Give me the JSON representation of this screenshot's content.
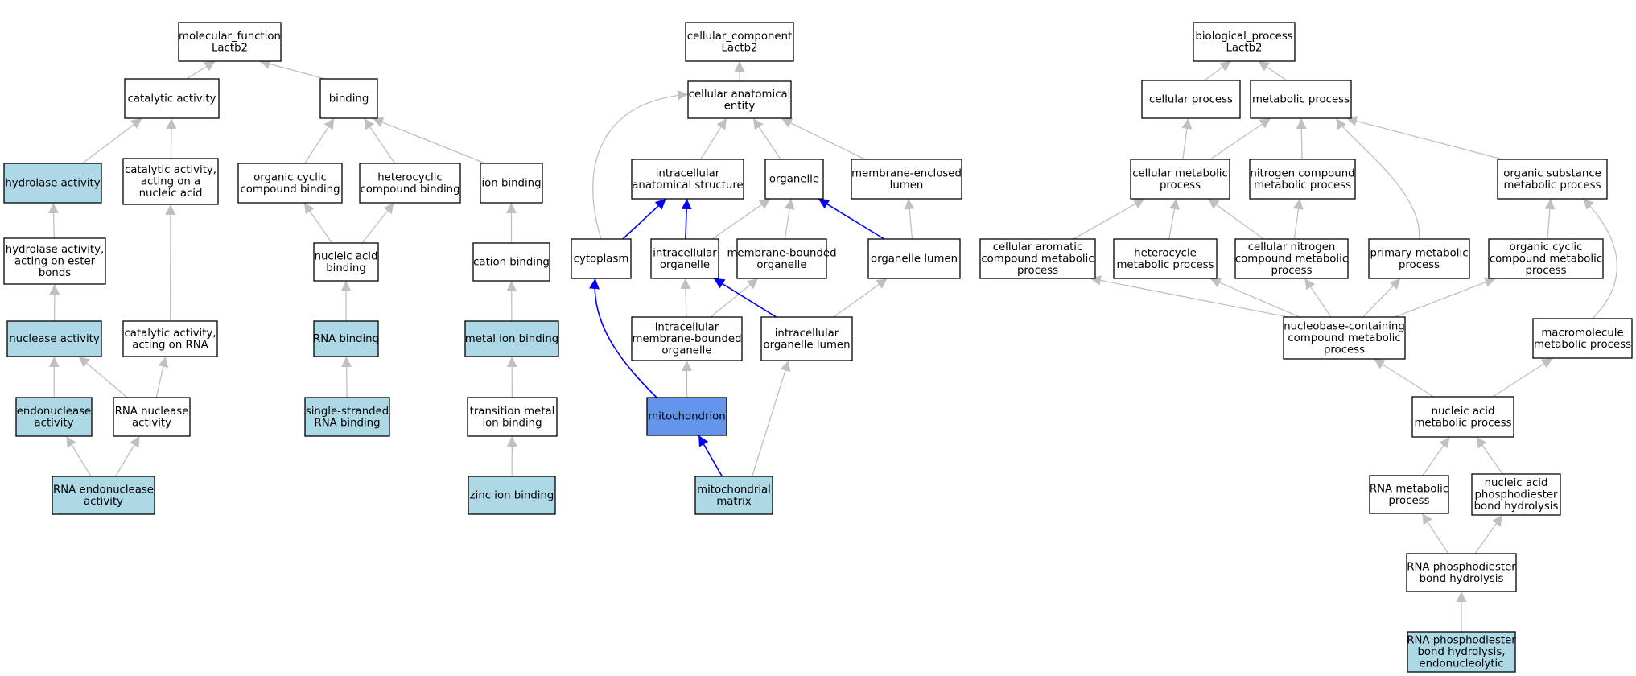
{
  "colors": {
    "node_fill": "#ffffff",
    "annotated_fill": "#add8e6",
    "focus_fill": "#6495ed",
    "edge_gray": "#c0c0c0",
    "edge_blue": "#0000ff",
    "border": "#000000"
  },
  "nodes": [
    {
      "id": "mf_root",
      "lines": [
        "molecular_function",
        "Lactb2"
      ],
      "style": "plain"
    },
    {
      "id": "catalytic_activity",
      "lines": [
        "catalytic activity"
      ],
      "style": "plain"
    },
    {
      "id": "binding",
      "lines": [
        "binding"
      ],
      "style": "plain"
    },
    {
      "id": "hydrolase_activity",
      "lines": [
        "hydrolase activity"
      ],
      "style": "annotated"
    },
    {
      "id": "cat_act_nucleic_acid",
      "lines": [
        "catalytic activity,",
        "acting on a",
        "nucleic acid"
      ],
      "style": "plain"
    },
    {
      "id": "organic_cyclic_binding",
      "lines": [
        "organic cyclic",
        "compound binding"
      ],
      "style": "plain"
    },
    {
      "id": "heterocyclic_binding",
      "lines": [
        "heterocyclic",
        "compound binding"
      ],
      "style": "plain"
    },
    {
      "id": "ion_binding",
      "lines": [
        "ion binding"
      ],
      "style": "plain"
    },
    {
      "id": "hydrolase_ester",
      "lines": [
        "hydrolase activity,",
        "acting on ester",
        "bonds"
      ],
      "style": "plain"
    },
    {
      "id": "nucleic_acid_binding",
      "lines": [
        "nucleic acid",
        "binding"
      ],
      "style": "plain"
    },
    {
      "id": "cation_binding",
      "lines": [
        "cation binding"
      ],
      "style": "plain"
    },
    {
      "id": "nuclease_activity",
      "lines": [
        "nuclease activity"
      ],
      "style": "annotated"
    },
    {
      "id": "cat_act_rna",
      "lines": [
        "catalytic activity,",
        "acting on RNA"
      ],
      "style": "plain"
    },
    {
      "id": "rna_binding",
      "lines": [
        "RNA binding"
      ],
      "style": "annotated"
    },
    {
      "id": "metal_ion_binding",
      "lines": [
        "metal ion binding"
      ],
      "style": "annotated"
    },
    {
      "id": "endonuclease_activity",
      "lines": [
        "endonuclease",
        "activity"
      ],
      "style": "annotated"
    },
    {
      "id": "rna_nuclease_activity",
      "lines": [
        "RNA nuclease",
        "activity"
      ],
      "style": "plain"
    },
    {
      "id": "ss_rna_binding",
      "lines": [
        "single-stranded",
        "RNA binding"
      ],
      "style": "annotated"
    },
    {
      "id": "transition_metal_binding",
      "lines": [
        "transition metal",
        "ion binding"
      ],
      "style": "plain"
    },
    {
      "id": "rna_endonuclease_activity",
      "lines": [
        "RNA endonuclease",
        "activity"
      ],
      "style": "annotated"
    },
    {
      "id": "zinc_ion_binding",
      "lines": [
        "zinc ion binding"
      ],
      "style": "annotated"
    },
    {
      "id": "cc_root",
      "lines": [
        "cellular_component",
        "Lactb2"
      ],
      "style": "plain"
    },
    {
      "id": "cellular_anatomical_entity",
      "lines": [
        "cellular anatomical",
        "entity"
      ],
      "style": "plain"
    },
    {
      "id": "intracellular_anatomical_structure",
      "lines": [
        "intracellular",
        "anatomical structure"
      ],
      "style": "plain"
    },
    {
      "id": "organelle",
      "lines": [
        "organelle"
      ],
      "style": "plain"
    },
    {
      "id": "membrane_enclosed_lumen",
      "lines": [
        "membrane-enclosed",
        "lumen"
      ],
      "style": "plain"
    },
    {
      "id": "cytoplasm",
      "lines": [
        "cytoplasm"
      ],
      "style": "plain"
    },
    {
      "id": "intracellular_organelle",
      "lines": [
        "intracellular",
        "organelle"
      ],
      "style": "plain"
    },
    {
      "id": "membrane_bounded_organelle",
      "lines": [
        "membrane-bounded",
        "organelle"
      ],
      "style": "plain"
    },
    {
      "id": "organelle_lumen",
      "lines": [
        "organelle lumen"
      ],
      "style": "plain"
    },
    {
      "id": "intracellular_mb_organelle",
      "lines": [
        "intracellular",
        "membrane-bounded",
        "organelle"
      ],
      "style": "plain"
    },
    {
      "id": "intracellular_organelle_lumen",
      "lines": [
        "intracellular",
        "organelle lumen"
      ],
      "style": "plain"
    },
    {
      "id": "mitochondrion",
      "lines": [
        "mitochondrion"
      ],
      "style": "focus"
    },
    {
      "id": "mitochondrial_matrix",
      "lines": [
        "mitochondrial",
        "matrix"
      ],
      "style": "annotated"
    },
    {
      "id": "bp_root",
      "lines": [
        "biological_process",
        "Lactb2"
      ],
      "style": "plain"
    },
    {
      "id": "cellular_process",
      "lines": [
        "cellular process"
      ],
      "style": "plain"
    },
    {
      "id": "metabolic_process",
      "lines": [
        "metabolic process"
      ],
      "style": "plain"
    },
    {
      "id": "cellular_metabolic_process",
      "lines": [
        "cellular metabolic",
        "process"
      ],
      "style": "plain"
    },
    {
      "id": "nitrogen_compound_mp",
      "lines": [
        "nitrogen compound",
        "metabolic process"
      ],
      "style": "plain"
    },
    {
      "id": "organic_substance_mp",
      "lines": [
        "organic substance",
        "metabolic process"
      ],
      "style": "plain"
    },
    {
      "id": "cellular_aromatic_cmp",
      "lines": [
        "cellular aromatic",
        "compound metabolic",
        "process"
      ],
      "style": "plain"
    },
    {
      "id": "heterocycle_mp",
      "lines": [
        "heterocycle",
        "metabolic process"
      ],
      "style": "plain"
    },
    {
      "id": "cellular_nitrogen_cmp",
      "lines": [
        "cellular nitrogen",
        "compound metabolic",
        "process"
      ],
      "style": "plain"
    },
    {
      "id": "primary_mp",
      "lines": [
        "primary metabolic",
        "process"
      ],
      "style": "plain"
    },
    {
      "id": "organic_cyclic_cmp",
      "lines": [
        "organic cyclic",
        "compound metabolic",
        "process"
      ],
      "style": "plain"
    },
    {
      "id": "nucleobase_cmp",
      "lines": [
        "nucleobase-containing",
        "compound metabolic",
        "process"
      ],
      "style": "plain"
    },
    {
      "id": "macromolecule_mp",
      "lines": [
        "macromolecule",
        "metabolic process"
      ],
      "style": "plain"
    },
    {
      "id": "nucleic_acid_mp",
      "lines": [
        "nucleic acid",
        "metabolic process"
      ],
      "style": "plain"
    },
    {
      "id": "rna_mp",
      "lines": [
        "RNA metabolic",
        "process"
      ],
      "style": "plain"
    },
    {
      "id": "na_phosphodiester_hydrolysis",
      "lines": [
        "nucleic acid",
        "phosphodiester",
        "bond hydrolysis"
      ],
      "style": "plain"
    },
    {
      "id": "rna_phosphodiester_hydrolysis",
      "lines": [
        "RNA phosphodiester",
        "bond hydrolysis"
      ],
      "style": "plain"
    },
    {
      "id": "rna_phosphodiester_endo",
      "lines": [
        "RNA phosphodiester",
        "bond hydrolysis,",
        "endonucleolytic"
      ],
      "style": "annotated"
    }
  ],
  "edges": [
    {
      "from": "catalytic_activity",
      "to": "mf_root",
      "color": "gray"
    },
    {
      "from": "binding",
      "to": "mf_root",
      "color": "gray"
    },
    {
      "from": "hydrolase_activity",
      "to": "catalytic_activity",
      "color": "gray"
    },
    {
      "from": "cat_act_nucleic_acid",
      "to": "catalytic_activity",
      "color": "gray"
    },
    {
      "from": "organic_cyclic_binding",
      "to": "binding",
      "color": "gray"
    },
    {
      "from": "heterocyclic_binding",
      "to": "binding",
      "color": "gray"
    },
    {
      "from": "ion_binding",
      "to": "binding",
      "color": "gray"
    },
    {
      "from": "hydrolase_ester",
      "to": "hydrolase_activity",
      "color": "gray"
    },
    {
      "from": "nucleic_acid_binding",
      "to": "organic_cyclic_binding",
      "color": "gray"
    },
    {
      "from": "nucleic_acid_binding",
      "to": "heterocyclic_binding",
      "color": "gray"
    },
    {
      "from": "cation_binding",
      "to": "ion_binding",
      "color": "gray"
    },
    {
      "from": "nuclease_activity",
      "to": "hydrolase_ester",
      "color": "gray"
    },
    {
      "from": "cat_act_rna",
      "to": "cat_act_nucleic_acid",
      "color": "gray"
    },
    {
      "from": "rna_binding",
      "to": "nucleic_acid_binding",
      "color": "gray"
    },
    {
      "from": "metal_ion_binding",
      "to": "cation_binding",
      "color": "gray"
    },
    {
      "from": "endonuclease_activity",
      "to": "nuclease_activity",
      "color": "gray"
    },
    {
      "from": "rna_nuclease_activity",
      "to": "nuclease_activity",
      "color": "gray"
    },
    {
      "from": "rna_nuclease_activity",
      "to": "cat_act_rna",
      "color": "gray"
    },
    {
      "from": "ss_rna_binding",
      "to": "rna_binding",
      "color": "gray"
    },
    {
      "from": "transition_metal_binding",
      "to": "metal_ion_binding",
      "color": "gray"
    },
    {
      "from": "rna_endonuclease_activity",
      "to": "endonuclease_activity",
      "color": "gray"
    },
    {
      "from": "rna_endonuclease_activity",
      "to": "rna_nuclease_activity",
      "color": "gray"
    },
    {
      "from": "zinc_ion_binding",
      "to": "transition_metal_binding",
      "color": "gray"
    },
    {
      "from": "cellular_anatomical_entity",
      "to": "cc_root",
      "color": "gray"
    },
    {
      "from": "intracellular_anatomical_structure",
      "to": "cellular_anatomical_entity",
      "color": "gray"
    },
    {
      "from": "organelle",
      "to": "cellular_anatomical_entity",
      "color": "gray"
    },
    {
      "from": "membrane_enclosed_lumen",
      "to": "cellular_anatomical_entity",
      "color": "gray"
    },
    {
      "from": "cytoplasm",
      "to": "cellular_anatomical_entity",
      "color": "gray",
      "curve": "left"
    },
    {
      "from": "cytoplasm",
      "to": "intracellular_anatomical_structure",
      "color": "blue"
    },
    {
      "from": "intracellular_organelle",
      "to": "intracellular_anatomical_structure",
      "color": "blue"
    },
    {
      "from": "intracellular_organelle",
      "to": "organelle",
      "color": "gray"
    },
    {
      "from": "membrane_bounded_organelle",
      "to": "organelle",
      "color": "gray"
    },
    {
      "from": "organelle_lumen",
      "to": "organelle",
      "color": "blue"
    },
    {
      "from": "organelle_lumen",
      "to": "membrane_enclosed_lumen",
      "color": "gray"
    },
    {
      "from": "intracellular_mb_organelle",
      "to": "intracellular_organelle",
      "color": "gray"
    },
    {
      "from": "intracellular_mb_organelle",
      "to": "membrane_bounded_organelle",
      "color": "gray"
    },
    {
      "from": "intracellular_organelle_lumen",
      "to": "intracellular_organelle",
      "color": "blue"
    },
    {
      "from": "intracellular_organelle_lumen",
      "to": "organelle_lumen",
      "color": "gray"
    },
    {
      "from": "mitochondrion",
      "to": "intracellular_mb_organelle",
      "color": "gray"
    },
    {
      "from": "mitochondrion",
      "to": "cytoplasm",
      "color": "blue",
      "curve": "left"
    },
    {
      "from": "mitochondrial_matrix",
      "to": "mitochondrion",
      "color": "blue"
    },
    {
      "from": "mitochondrial_matrix",
      "to": "intracellular_organelle_lumen",
      "color": "gray"
    },
    {
      "from": "cellular_process",
      "to": "bp_root",
      "color": "gray"
    },
    {
      "from": "metabolic_process",
      "to": "bp_root",
      "color": "gray"
    },
    {
      "from": "cellular_metabolic_process",
      "to": "cellular_process",
      "color": "gray"
    },
    {
      "from": "cellular_metabolic_process",
      "to": "metabolic_process",
      "color": "gray"
    },
    {
      "from": "nitrogen_compound_mp",
      "to": "metabolic_process",
      "color": "gray"
    },
    {
      "from": "organic_substance_mp",
      "to": "metabolic_process",
      "color": "gray"
    },
    {
      "from": "primary_mp",
      "to": "metabolic_process",
      "color": "gray",
      "curve": "right"
    },
    {
      "from": "cellular_aromatic_cmp",
      "to": "cellular_metabolic_process",
      "color": "gray"
    },
    {
      "from": "heterocycle_mp",
      "to": "cellular_metabolic_process",
      "color": "gray"
    },
    {
      "from": "cellular_nitrogen_cmp",
      "to": "cellular_metabolic_process",
      "color": "gray"
    },
    {
      "from": "cellular_nitrogen_cmp",
      "to": "nitrogen_compound_mp",
      "color": "gray"
    },
    {
      "from": "organic_cyclic_cmp",
      "to": "organic_substance_mp",
      "color": "gray"
    },
    {
      "from": "macromolecule_mp",
      "to": "organic_substance_mp",
      "color": "gray",
      "curve": "right"
    },
    {
      "from": "nucleobase_cmp",
      "to": "cellular_aromatic_cmp",
      "color": "gray"
    },
    {
      "from": "nucleobase_cmp",
      "to": "heterocycle_mp",
      "color": "gray"
    },
    {
      "from": "nucleobase_cmp",
      "to": "cellular_nitrogen_cmp",
      "color": "gray"
    },
    {
      "from": "nucleobase_cmp",
      "to": "primary_mp",
      "color": "gray"
    },
    {
      "from": "nucleobase_cmp",
      "to": "organic_cyclic_cmp",
      "color": "gray"
    },
    {
      "from": "nucleic_acid_mp",
      "to": "nucleobase_cmp",
      "color": "gray"
    },
    {
      "from": "nucleic_acid_mp",
      "to": "macromolecule_mp",
      "color": "gray"
    },
    {
      "from": "rna_mp",
      "to": "nucleic_acid_mp",
      "color": "gray"
    },
    {
      "from": "na_phosphodiester_hydrolysis",
      "to": "nucleic_acid_mp",
      "color": "gray"
    },
    {
      "from": "rna_phosphodiester_hydrolysis",
      "to": "rna_mp",
      "color": "gray"
    },
    {
      "from": "rna_phosphodiester_hydrolysis",
      "to": "na_phosphodiester_hydrolysis",
      "color": "gray"
    },
    {
      "from": "rna_phosphodiester_endo",
      "to": "rna_phosphodiester_hydrolysis",
      "color": "gray"
    }
  ]
}
